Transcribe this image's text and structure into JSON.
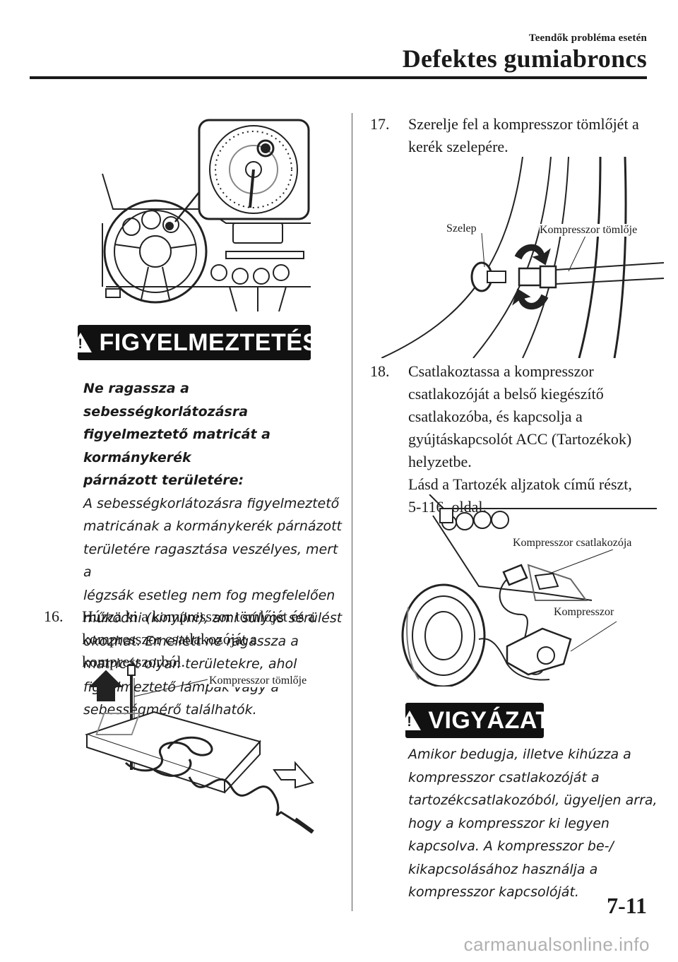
{
  "header": {
    "subtitle": "Teendők probléma esetén",
    "title": "Defektes gumiabroncs"
  },
  "left": {
    "warning": {
      "banner": "FIGYELMEZTETÉS",
      "lines_bold": [
        "Ne ragassza a sebességkorlátozásra",
        "figyelmeztető matricát a kormánykerék",
        "párnázott területére:"
      ],
      "lines": [
        "A sebességkorlátozásra figyelmeztető",
        "matricának a kormánykerék párnázott",
        "területére ragasztása veszélyes, mert a",
        "légzsák esetleg nem fog megfelelően",
        "működni (kinyílni), ami súlyos sérülést",
        "okozhat. Emellett ne ragassza a",
        "matricát olyan területekre, ahol",
        "figyelmeztető lámpák vagy a",
        "sebességmérő találhatók."
      ]
    },
    "step16": {
      "num": "16.",
      "lines": [
        "Húzza ki a kompresszor tömlőjét és a",
        "kompresszor csatlakozóját a",
        "kompresszorból."
      ],
      "fig_label": "Kompresszor tömlője"
    }
  },
  "right": {
    "step17": {
      "num": "17.",
      "lines": [
        "Szerelje fel a kompresszor tömlőjét a",
        "kerék szelepére."
      ],
      "label_valve": "Szelep",
      "label_hose": "Kompresszor tömlője"
    },
    "step18": {
      "num": "18.",
      "lines": [
        "Csatlakoztassa a kompresszor",
        "csatlakozóját a belső kiegészítő",
        "csatlakozóba, és kapcsolja a",
        "gyújtáskapcsolót ACC (Tartozékok)",
        "helyzetbe.",
        "Lásd a Tartozék aljzatok című részt,",
        "5-116. oldal."
      ],
      "label_connector": "Kompresszor csatlakozója",
      "label_compressor": "Kompresszor"
    },
    "caution": {
      "banner": "VIGYÁZAT",
      "lines": [
        "Amikor bedugja, illetve kihúzza a",
        "kompresszor csatlakozóját a",
        "tartozékcsatlakozóból, ügyeljen arra,",
        "hogy a kompresszor ki legyen",
        "kapcsolva. A kompresszor be-/",
        "kikapcsolásához használja a",
        "kompresszor kapcsolóját."
      ]
    }
  },
  "footer": {
    "page": "7-11",
    "url": "carmanualsonline.info"
  }
}
